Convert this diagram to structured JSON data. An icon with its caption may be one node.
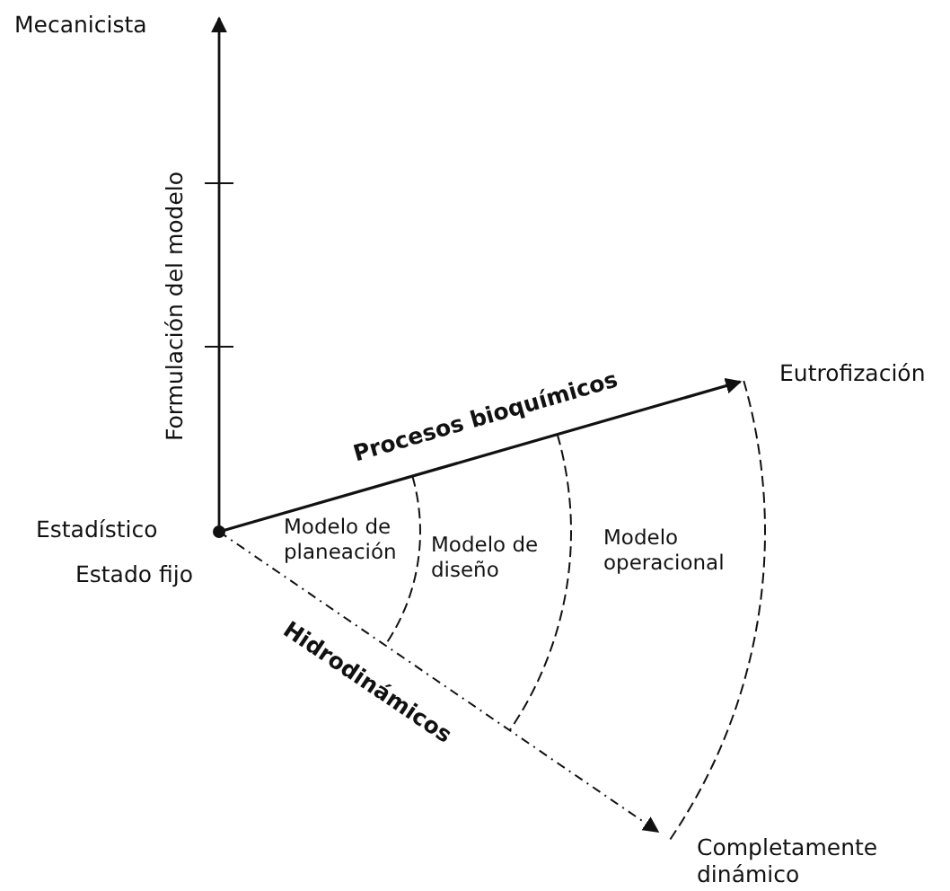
{
  "diagram": {
    "labels": [
      "Mecanicista",
      "Formulación del modelo",
      "Eutrofización",
      "Procesos bioquímicos",
      "Estadístico",
      "Modelo de planeación",
      "Modelo de diseño",
      "Modelo operacional",
      "Estado fijo",
      "Hidrodinámicos",
      "Completamente dinámico"
    ]
  }
}
